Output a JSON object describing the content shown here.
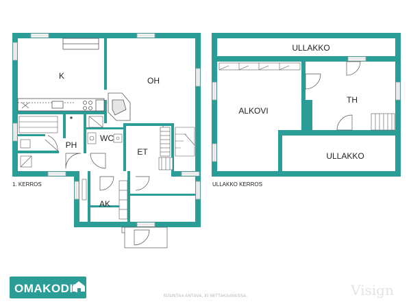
{
  "floors": {
    "first": "1. KERROS",
    "attic": "ULLAKKO KERROS"
  },
  "rooms": {
    "k": "K",
    "oh": "OH",
    "ph": "PH",
    "wc": "WC",
    "et": "ET",
    "ak": "AK",
    "ullakko_top": "ULLAKKO",
    "alkovi": "ALKOVI",
    "th": "TH",
    "ullakko_bottom": "ULLAKKO"
  },
  "brand": {
    "name": "OMAKODIT",
    "color": "#2a9d96",
    "watermark": "Visign"
  },
  "disclaimer": "SUUNTAA ANTAVA, EI MITTAKAAVASSA.",
  "colors": {
    "wall": "#2a9d96",
    "window": "#9aa0a0",
    "fixture": "#555555"
  }
}
